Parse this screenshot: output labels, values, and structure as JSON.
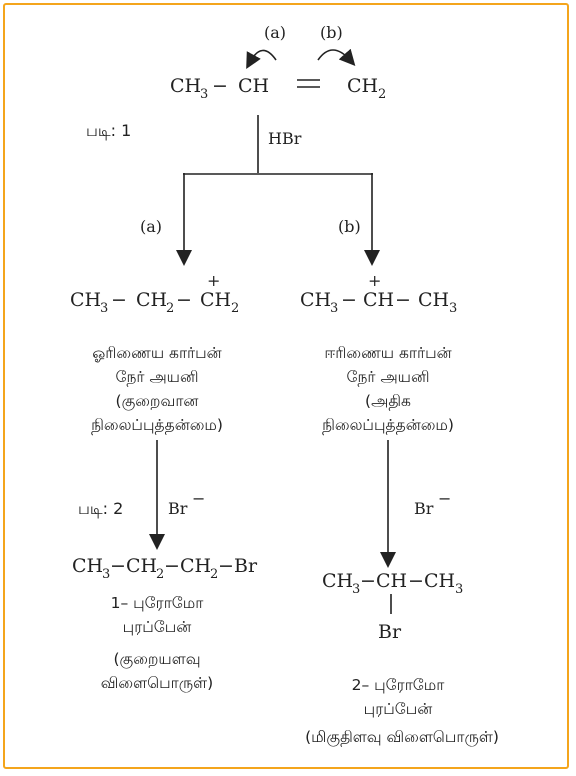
{
  "reactant": {
    "arrow_a_label": "(a)",
    "arrow_b_label": "(b)",
    "ch3": "CH",
    "sub3": "3",
    "dash": "−",
    "ch": "CH",
    "ch2": "CH",
    "sub2": "2"
  },
  "step1": {
    "label": "படி: 1",
    "reagent": "HBr"
  },
  "branch_a": {
    "label": "(a)",
    "formula": {
      "ch3": "CH",
      "sub3": "3",
      "dash1": "−",
      "ch2": "CH",
      "sub2": "2",
      "dash2": "−",
      "plus": "+",
      "ch2b": "CH",
      "sub2b": "2"
    },
    "description": [
      "ஓரிணைய கார்பன்",
      "நேர் அயனி",
      "(குறைவான",
      "நிலைப்புத்தன்மை)"
    ],
    "step2_label": "படி: 2",
    "reagent": "Br",
    "reagent_charge": "−",
    "product_formula": {
      "ch3": "CH",
      "sub3": "3",
      "ch2": "CH",
      "sub2": "2",
      "ch2b": "CH",
      "sub2b": "2",
      "br": "Br",
      "dash": "−"
    },
    "product_name": [
      "1– புரோமோ",
      "புரப்பேன்",
      "(குறையளவு",
      "விளைபொருள்)"
    ]
  },
  "branch_b": {
    "label": "(b)",
    "formula": {
      "ch3": "CH",
      "sub3": "3",
      "dash1": "−",
      "plus": "+",
      "ch": "CH",
      "dash2": "−",
      "ch3b": "CH",
      "sub3b": "3"
    },
    "description": [
      "ஈரிணைய கார்பன்",
      "நேர் அயனி",
      "(அதிக",
      "நிலைப்புத்தன்மை)"
    ],
    "reagent": "Br",
    "reagent_charge": "−",
    "product_formula": {
      "ch3": "CH",
      "sub3": "3",
      "ch": "CH",
      "ch3b": "CH",
      "sub3b": "3",
      "br": "Br",
      "dash": "−"
    },
    "product_name": [
      "2– புரோமோ",
      "புரப்பேன்",
      "(மிகுதிளவு விளைபொருள்)"
    ]
  },
  "colors": {
    "border": "#f4a51c",
    "ink": "#222222"
  }
}
